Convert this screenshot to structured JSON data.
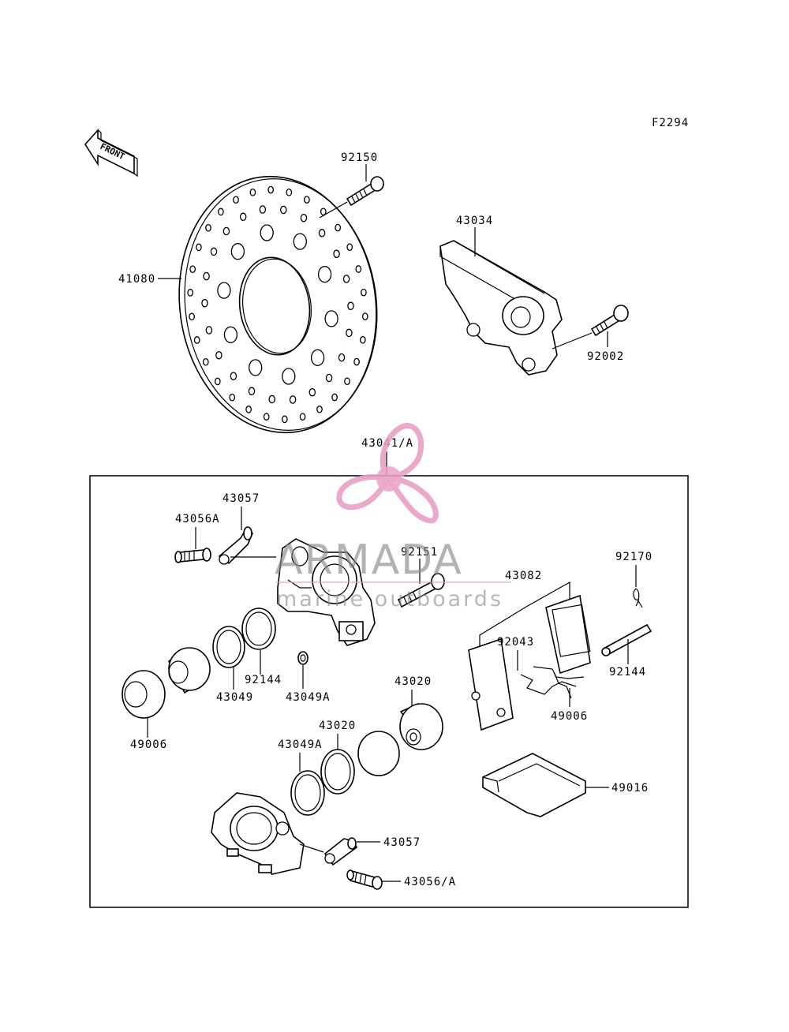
{
  "figure_id": "F2294",
  "direction_label": "FRONT",
  "watermark": {
    "brand": "ARMADA",
    "tagline": "marine outboards",
    "color": "#e8a0c4"
  },
  "callouts": [
    {
      "id": "c-92150",
      "text": "92150"
    },
    {
      "id": "c-43034",
      "text": "43034"
    },
    {
      "id": "c-41080",
      "text": "41080"
    },
    {
      "id": "c-92002",
      "text": "92002"
    },
    {
      "id": "c-43041A",
      "text": "43041/A"
    },
    {
      "id": "c-43057-top",
      "text": "43057"
    },
    {
      "id": "c-43056A-top",
      "text": "43056A"
    },
    {
      "id": "c-92151",
      "text": "92151"
    },
    {
      "id": "c-92170",
      "text": "92170"
    },
    {
      "id": "c-43082",
      "text": "43082"
    },
    {
      "id": "c-92144-a",
      "text": "92144"
    },
    {
      "id": "c-92043",
      "text": "92043"
    },
    {
      "id": "c-92144-b",
      "text": "92144"
    },
    {
      "id": "c-43049A-top",
      "text": "43049A"
    },
    {
      "id": "c-43049",
      "text": "43049"
    },
    {
      "id": "c-49006-top",
      "text": "49006"
    },
    {
      "id": "c-43020-left",
      "text": "43020"
    },
    {
      "id": "c-43020-right",
      "text": "43020"
    },
    {
      "id": "c-49006-bottom",
      "text": "49006"
    },
    {
      "id": "c-43049A-bottom",
      "text": "43049A"
    },
    {
      "id": "c-49016",
      "text": "49016"
    },
    {
      "id": "c-43057-bottom",
      "text": "43057"
    },
    {
      "id": "c-43056A-bottom",
      "text": "43056/A"
    }
  ]
}
